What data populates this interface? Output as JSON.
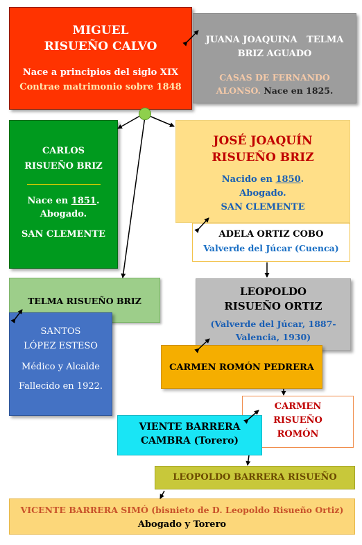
{
  "miguel": {
    "name_line1": "MIGUEL",
    "name_line2": "RISUEÑO CALVO",
    "born": "Nace a principios del siglo XIX",
    "married": "Contrae matrimonio sobre 1848"
  },
  "juana": {
    "name_line1": "JUANA JOAQUINA   TELMA",
    "name_line2": "BRIZ AGUADO",
    "place_line1": "CASAS DE FERNANDO",
    "place_line2": "ALONSO.",
    "born": " Nace en 1825."
  },
  "carlos": {
    "name_line1": "CARLOS",
    "name_line2": "RISUEÑO BRIZ",
    "born_prefix": "Nace en ",
    "born_year": "1851",
    "born_suffix": ".",
    "profession": "Abogado.",
    "place": "SAN CLEMENTE"
  },
  "jose": {
    "name_line1": "JOSÉ JOAQUÍN",
    "name_line2": "RISUEÑO BRIZ",
    "born_prefix": "Nacido en ",
    "born_year": "1850",
    "born_suffix": ".",
    "profession": "Abogado.",
    "place": "SAN CLEMENTE"
  },
  "adela": {
    "name": "ADELA ORTIZ COBO",
    "place": "Valverde del Júcar (Cuenca)"
  },
  "telma": {
    "name": "TELMA RISUEÑO BRIZ"
  },
  "santos": {
    "name_line1": "SANTOS",
    "name_line2": "LÓPEZ ESTESO",
    "profession": "Médico y Alcalde",
    "died": "Fallecido en 1922."
  },
  "leopoldo": {
    "name_line1": "LEOPOLDO",
    "name_line2": "RISUEÑO ORTIZ",
    "dates_line1": "(Valverde del Júcar, 1887-",
    "dates_line2": "Valencia, 1930)"
  },
  "carmen_romon": {
    "name": "CARMEN ROMÓN PEDRERA"
  },
  "carmen_risueno": {
    "name_line1": "CARMEN",
    "name_line2": "RISUEÑO",
    "name_line3": "ROMÓN"
  },
  "viente": {
    "name_line1": "VIENTE BARRERA",
    "name_line2": "CAMBRA",
    "note": " (Torero)"
  },
  "leopoldo_barrera": {
    "name": "LEOPOLDO BARRERA RISUEÑO"
  },
  "vicente": {
    "name": "VICENTE BARRERA SIMÓ (bisnieto de D. Leopoldo Risueño Ortiz)",
    "profession": "Abogado y Torero"
  },
  "colors": {
    "miguel": "#ff3300",
    "juana": "#9d9d9d",
    "carlos": "#009a1e",
    "jose": "#ffdf88",
    "telma": "#9dce8a",
    "santos": "#4472c4",
    "leopoldo": "#bdbdbd",
    "carmen_romon": "#f5ae00",
    "viente": "#19e5f5",
    "leopoldo_barrera": "#c8c83a",
    "vicente": "#fcd77a",
    "connector_node": "#8ed04c"
  }
}
